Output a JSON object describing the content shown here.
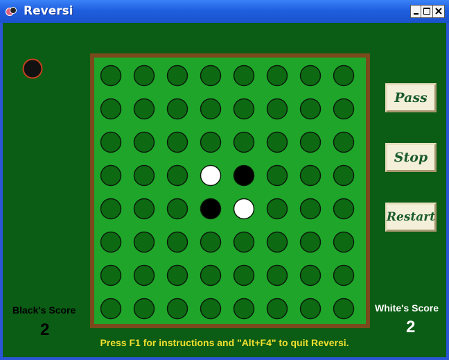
{
  "window": {
    "title": "Reversi",
    "app_icon": "reversi-app-icon",
    "controls": [
      "minimize-icon",
      "maximize-icon",
      "close-icon"
    ]
  },
  "colors": {
    "background": "#0b5c14",
    "board_frame": "#7a4a1c",
    "board_surface": "#1fa62a",
    "empty_cell": "#0d6a12",
    "footer_text": "#f0e030",
    "button_text": "#1a5b2a"
  },
  "turn_indicator": {
    "player": "black"
  },
  "board": {
    "rows": [
      "........",
      "........",
      "........",
      "...WB...",
      "...BW...",
      "........",
      "........",
      "........"
    ]
  },
  "buttons": {
    "pass": "Pass",
    "stop": "Stop",
    "restart": "Restart"
  },
  "scores": {
    "black_label": "Black's Score",
    "black_value": "2",
    "white_label": "White's Score",
    "white_value": "2"
  },
  "footer": "Press F1 for instructions and \"Alt+F4\" to quit Reversi."
}
